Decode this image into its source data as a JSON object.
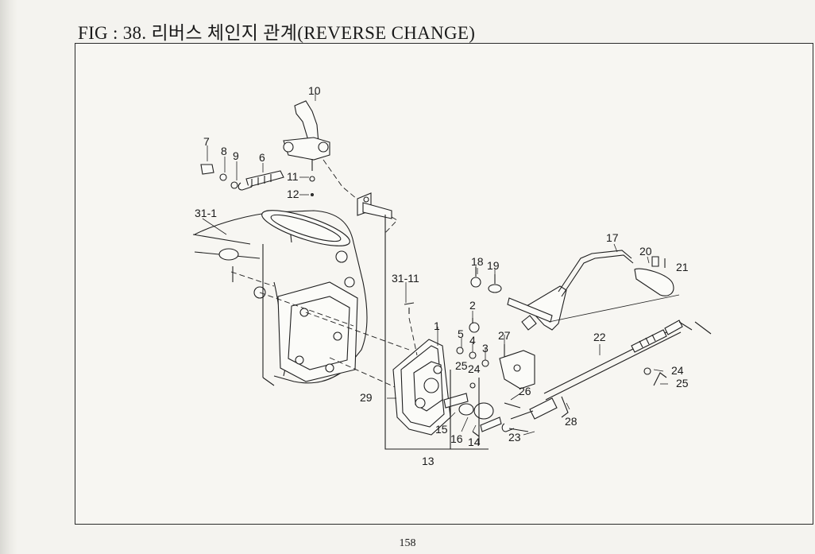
{
  "header": {
    "title": "FIG : 38. 리버스 체인지 관계(REVERSE CHANGE)"
  },
  "figure": {
    "callouts": [
      {
        "id": "c10",
        "label": "10"
      },
      {
        "id": "c7",
        "label": "7"
      },
      {
        "id": "c8",
        "label": "8"
      },
      {
        "id": "c9",
        "label": "9"
      },
      {
        "id": "c6",
        "label": "6"
      },
      {
        "id": "c11",
        "label": "11"
      },
      {
        "id": "c12",
        "label": "12"
      },
      {
        "id": "c31_1",
        "label": "31-1"
      },
      {
        "id": "c31_11",
        "label": "31-11"
      },
      {
        "id": "c18",
        "label": "18"
      },
      {
        "id": "c19",
        "label": "19"
      },
      {
        "id": "c17",
        "label": "17"
      },
      {
        "id": "c20",
        "label": "20"
      },
      {
        "id": "c21",
        "label": "21"
      },
      {
        "id": "c2",
        "label": "2"
      },
      {
        "id": "c1",
        "label": "1"
      },
      {
        "id": "c5",
        "label": "5"
      },
      {
        "id": "c4",
        "label": "4"
      },
      {
        "id": "c3",
        "label": "3"
      },
      {
        "id": "c25a",
        "label": "25"
      },
      {
        "id": "c24a",
        "label": "24"
      },
      {
        "id": "c27",
        "label": "27"
      },
      {
        "id": "c22",
        "label": "22"
      },
      {
        "id": "c24b",
        "label": "24"
      },
      {
        "id": "c25b",
        "label": "25"
      },
      {
        "id": "c26",
        "label": "26"
      },
      {
        "id": "c29",
        "label": "29"
      },
      {
        "id": "c15",
        "label": "15"
      },
      {
        "id": "c16",
        "label": "16"
      },
      {
        "id": "c14",
        "label": "14"
      },
      {
        "id": "c23",
        "label": "23"
      },
      {
        "id": "c28",
        "label": "28"
      },
      {
        "id": "c13",
        "label": "13"
      }
    ]
  },
  "footer": {
    "page_number": "158"
  }
}
